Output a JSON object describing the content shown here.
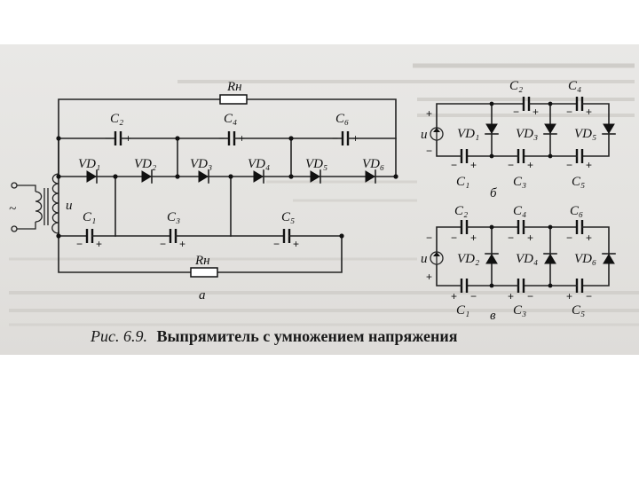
{
  "figure": {
    "labels": {
      "Rn": "Rн",
      "u": "u",
      "tilde": "~",
      "sub_a": "а",
      "sub_b": "б",
      "sub_v": "в",
      "C1": "C₁",
      "C2": "C₂",
      "C3": "C₃",
      "C4": "C₄",
      "C5": "C₅",
      "C6": "C₆",
      "VD1": "VD₁",
      "VD2": "VD₂",
      "VD3": "VD₃",
      "VD4": "VD₄",
      "VD5": "VD₅",
      "VD6": "VD₆",
      "plus": "+",
      "minus": "−"
    },
    "caption": {
      "prefix": "Рис. 6.9.",
      "text": "Выпрямитель с умножением напряжения"
    }
  }
}
